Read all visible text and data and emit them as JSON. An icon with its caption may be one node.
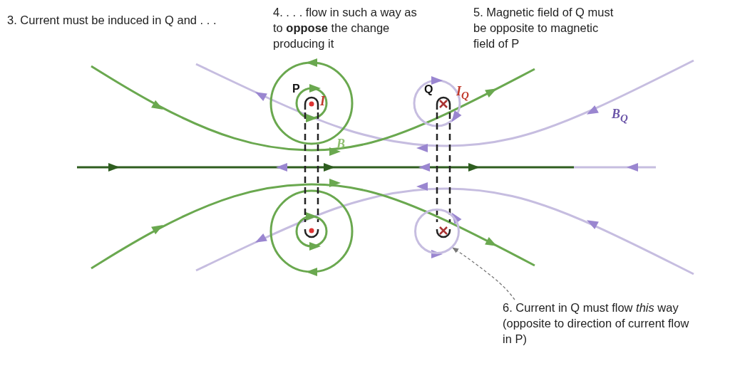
{
  "diagram": {
    "nodes": [
      {
        "text": [
          "6. Current in Q must flow *this* way (opposite to direction of current flow in P)"
        ]
      },
      {
        "text": [],
        "shape": "circle"
      }
    ],
    "edges": [
      {
        "from": 0,
        "to": 1,
        "arrow": "to",
        "style": "dashed"
      }
    ],
    "labels": [
      "3. Current must be induced in Q and . . .",
      "4. . . . flow in such a way as to **oppose** the change producing it",
      "5. Magnetic field of Q must be opposite to magnetic field of P",
      "P",
      "I",
      "Q",
      "I$_{Q}$",
      "B",
      "B$_{Q}$"
    ]
  }
}
